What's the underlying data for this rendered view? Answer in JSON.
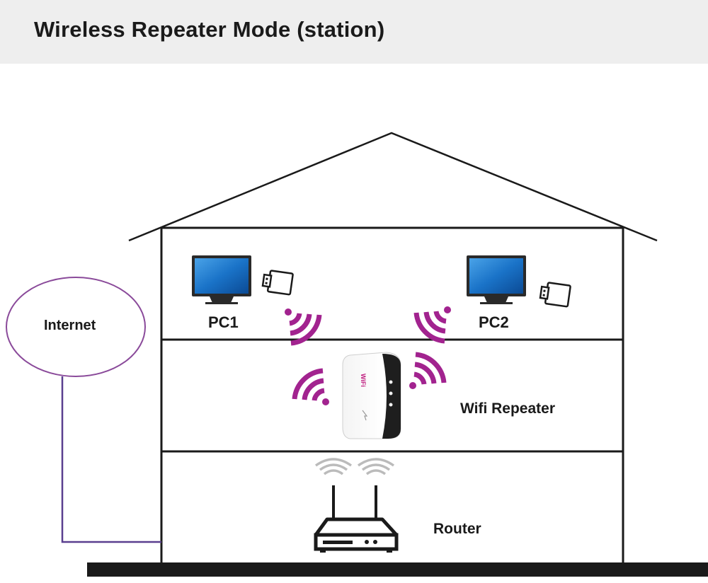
{
  "title": "Wireless Repeater Mode (station)",
  "labels": {
    "internet": "Internet",
    "pc1": "PC1",
    "pc2": "PC2",
    "repeater": "Wifi Repeater",
    "router": "Router",
    "repeater_logo": "WiFi"
  },
  "colors": {
    "signal": "#a2238f",
    "cable": "#5a3f8f",
    "internet_outline": "#8a4a9a",
    "monitor_screen": "#1a73c8",
    "router_waves": "#bbbbbb",
    "structure": "#1a1a1a",
    "header_bg": "#eeeeee"
  },
  "icons": [
    "monitor-icon",
    "usb-wifi-adapter-icon",
    "wifi-signal-icon",
    "wifi-repeater-icon",
    "router-icon"
  ]
}
